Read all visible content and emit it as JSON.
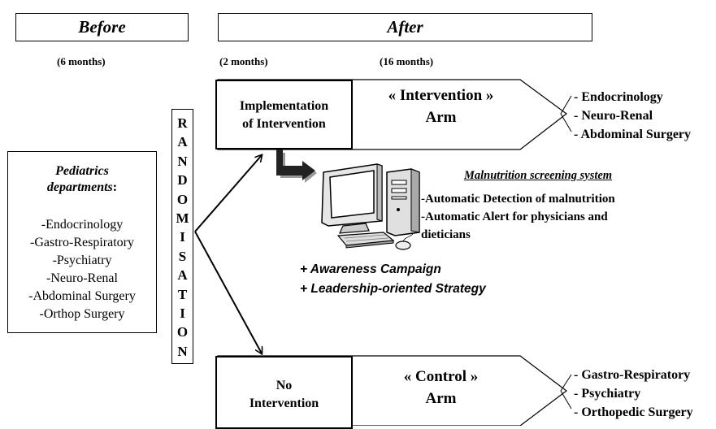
{
  "headers": {
    "before": "Before",
    "after": "After"
  },
  "periods": {
    "before": "(6 months)",
    "after_first": "(2 months)",
    "after_second": "(16 months)"
  },
  "departments": {
    "title_line1": "Pediatrics",
    "title_line2": "departments",
    "title_colon": ":",
    "items": [
      "-Endocrinology",
      "-Gastro-Respiratory",
      "-Psychiatry",
      "-Neuro-Renal",
      "-Abdominal Surgery",
      "-Orthop Surgery"
    ]
  },
  "randomisation": {
    "letters": [
      "R",
      "A",
      "N",
      "D",
      "O",
      "M",
      "I",
      "S",
      "A",
      "T",
      "I",
      "O",
      "N"
    ]
  },
  "intervention": {
    "step_line1": "Implementation",
    "step_line2": "of Intervention",
    "arm_line1": "« Intervention »",
    "arm_line2": "Arm",
    "departments": [
      "- Endocrinology",
      "- Neuro-Renal",
      "- Abdominal Surgery"
    ]
  },
  "screening": {
    "title": "Malnutrition screening system",
    "items": [
      "-Automatic Detection of malnutrition",
      "-Automatic Alert for physicians and",
      "dieticians"
    ],
    "extras": [
      "+ Awareness Campaign",
      "+ Leadership-oriented Strategy"
    ]
  },
  "control": {
    "step_line1": "No",
    "step_line2": "Intervention",
    "arm_line1": "« Control »",
    "arm_line2": "Arm",
    "departments": [
      "- Gastro-Respiratory",
      "- Psychiatry",
      "- Orthopedic Surgery"
    ]
  }
}
